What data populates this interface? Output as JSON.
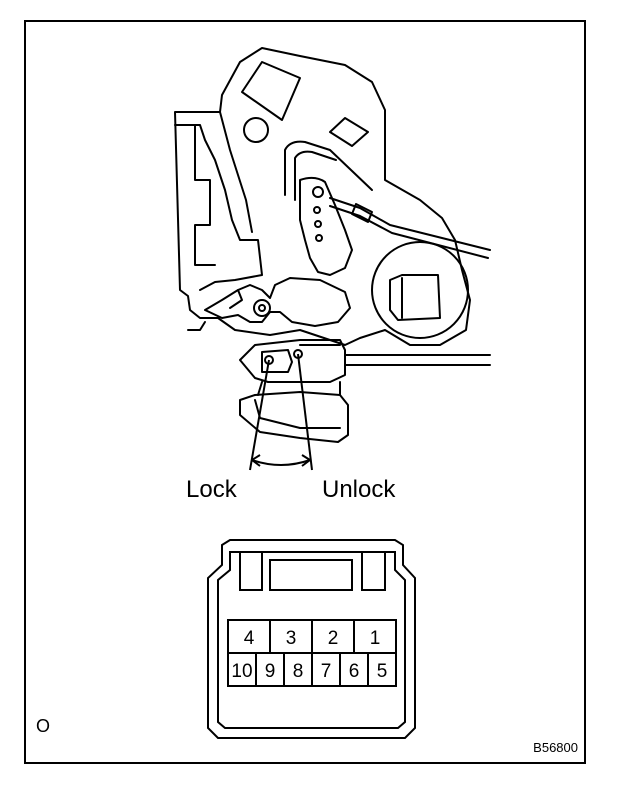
{
  "labels": {
    "lock": "Lock",
    "unlock": "Unlock",
    "corner_mark": "O",
    "figure_code": "B56800"
  },
  "connector": {
    "top_row": [
      "4",
      "3",
      "2",
      "1"
    ],
    "bottom_row": [
      "10",
      "9",
      "8",
      "7",
      "6",
      "5"
    ]
  }
}
